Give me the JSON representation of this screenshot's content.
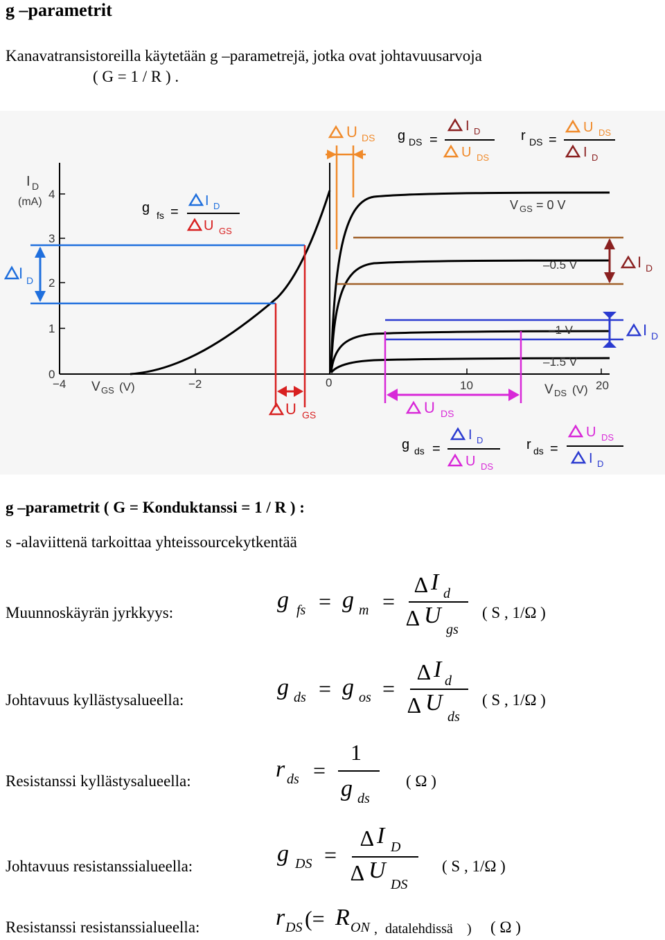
{
  "page": {
    "title": "g –parametrit",
    "intro_line1": "Kanavatransistoreilla käytetään g –parametrejä, jotka ovat johtavuusarvoja",
    "intro_line2": "( G = 1 / R ) ."
  },
  "figure": {
    "left_axis": {
      "label_I": "I",
      "label_D": "D",
      "unit": "(mA)",
      "y_ticks": [
        "4",
        "3",
        "2",
        "1",
        "0"
      ],
      "x_ticks": [
        "−4",
        "−2",
        "0"
      ],
      "x_label_V": "V",
      "x_label_GS": "GS",
      "x_label_unit": "(V)"
    },
    "right_axis": {
      "x_ticks": [
        "10",
        "20"
      ],
      "x_label_V": "V",
      "x_label_DS": "DS",
      "x_label_unit": "(V)"
    },
    "curve_labels": {
      "vgs0_V": "V",
      "vgs0_GS": "GS",
      "vgs0_value": "= 0 V",
      "c2": "–0.5 V",
      "c3": "–1 V",
      "c4": "–1.5 V"
    },
    "annotations": {
      "delta": "∆",
      "I": "I",
      "U": "U",
      "D": "D",
      "GS": "GS",
      "DS": "DS",
      "ds": "ds",
      "fs": "fs",
      "g": "g",
      "r": "r",
      "eq": "="
    },
    "colors": {
      "blue": "#1f6fdd",
      "red": "#d82020",
      "orange": "#f08a2a",
      "brown": "#8a2020",
      "tan": "#a0612a",
      "magenta": "#d828d8",
      "darkblue": "#2a3ad0",
      "curve": "#000000"
    }
  },
  "section": {
    "heading": "g –parametrit ( G = Konduktanssi = 1 / R ) :",
    "note": "s -alaviittenä tarkoittaa yhteissourcekytkentää"
  },
  "rows": [
    {
      "label": "Muunnoskäyrän jyrkkyys:",
      "lhs": "g",
      "lhs_sub": "fs",
      "eq1": "=",
      "mid": "g",
      "mid_sub": "m",
      "eq2": "=",
      "num_delta": "∆",
      "num": "I",
      "num_sub": "d",
      "den_delta": "∆",
      "den": "U",
      "den_sub": "gs",
      "unit": "( S , 1/Ω )"
    },
    {
      "label": "Johtavuus kyllästysalueella:",
      "lhs": "g",
      "lhs_sub": "ds",
      "eq1": "=",
      "mid": "g",
      "mid_sub": "os",
      "eq2": "=",
      "num_delta": "∆",
      "num": "I",
      "num_sub": "d",
      "den_delta": "∆",
      "den": "U",
      "den_sub": "ds",
      "unit": "( S , 1/Ω )"
    },
    {
      "label": "Resistanssi kyllästysalueella:",
      "lhs": "r",
      "lhs_sub": "ds",
      "eq1": "=",
      "num": "1",
      "den": "g",
      "den_sub": "ds",
      "unit": "( Ω )"
    },
    {
      "label": "Johtavuus resistanssialueella:",
      "lhs": "g",
      "lhs_sub": "DS",
      "eq1": "=",
      "num_delta": "∆",
      "num": "I",
      "num_sub": "D",
      "den_delta": "∆",
      "den": "U",
      "den_sub": "DS",
      "unit": "( S , 1/Ω )"
    },
    {
      "label": "Resistanssi resistanssialueella:",
      "lhs": "r",
      "lhs_sub": "DS",
      "paren_open": "(=",
      "mid": "R",
      "mid_sub": "ON",
      "comma": ",",
      "note": "datalehdissä",
      "paren_close": ")",
      "unit": "( Ω )"
    }
  ]
}
